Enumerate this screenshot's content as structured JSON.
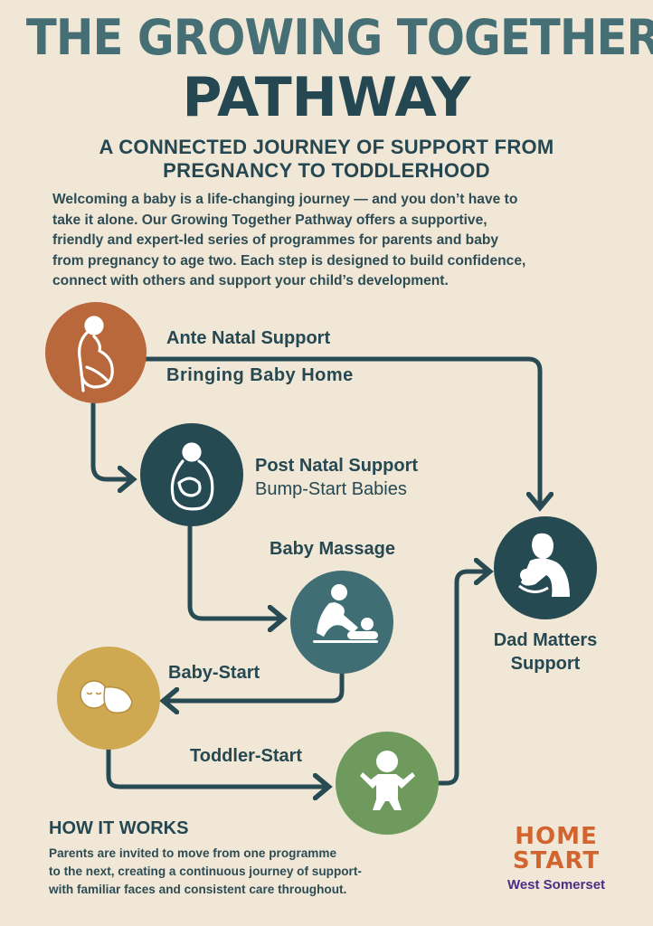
{
  "title": {
    "line1": "THE GROWING TOGETHER",
    "line2": "PATHWAY"
  },
  "subtitle": {
    "line1": "A CONNECTED JOURNEY OF SUPPORT FROM",
    "line2": "PREGNANCY TO TODDLERHOOD"
  },
  "intro": [
    "Welcoming a baby is a life-changing journey — and you don’t have to",
    "take it alone. Our Growing Together Pathway offers a supportive,",
    "friendly and expert-led series of programmes for parents and baby",
    "from pregnancy to age two. Each step is designed to build confidence,",
    "connect with others and support your child’s development."
  ],
  "steps": {
    "ante": {
      "title": "Ante Natal Support",
      "subtitle": "Bringing Baby Home",
      "icon": "pregnant-woman-icon",
      "color": "#b8683a"
    },
    "post": {
      "title": "Post Natal Support",
      "subtitle": "Bump-Start Babies",
      "icon": "mother-holding-baby-icon",
      "color": "#264a52"
    },
    "massage": {
      "title": "Baby Massage",
      "icon": "baby-massage-icon",
      "color": "#3f6e74"
    },
    "babystart": {
      "title": "Baby-Start",
      "icon": "sleeping-baby-icon",
      "color": "#cfa852"
    },
    "toddler": {
      "title": "Toddler-Start",
      "icon": "toddler-icon",
      "color": "#6f9a5d"
    },
    "dad": {
      "title_line1": "Dad Matters",
      "title_line2": "Support",
      "icon": "father-holding-baby-icon",
      "color": "#264a52"
    }
  },
  "how_it_works": {
    "heading": "HOW IT WORKS",
    "lines": [
      "Parents are invited to move from one programme",
      "to the next, creating a continuous journey of support-",
      "with familiar faces and consistent care throughout."
    ]
  },
  "logo": {
    "line1": "HOME",
    "line2": "START",
    "area": "West Somerset"
  }
}
